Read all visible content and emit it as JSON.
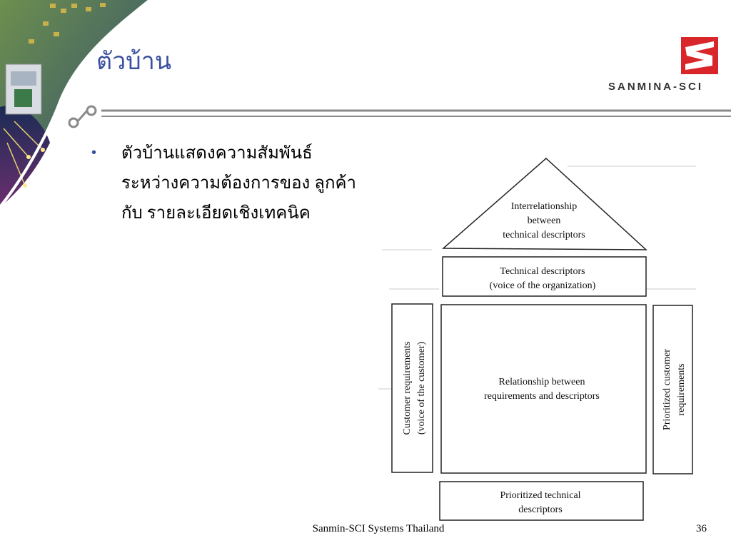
{
  "slide": {
    "title": "ตัวบ้าน",
    "bullet": "ตัวบ้านแสดงความสัมพันธ์ ระหว่างความต้องการของ ลูกค้า กับ รายละเอียดเชิงเทคนิค"
  },
  "logo": {
    "text": "SANMINA-SCI",
    "color": "#d8262b"
  },
  "diagram": {
    "roof_line1": "Interrelationship",
    "roof_line2": "between",
    "roof_line3": "technical descriptors",
    "tech_line1": "Technical descriptors",
    "tech_line2": "(voice of the organization)",
    "left_line1": "Customer requirements",
    "left_line2": "(voice of the customer)",
    "center_line1": "Relationship between",
    "center_line2": "requirements and descriptors",
    "right_line1": "Prioritized customer",
    "right_line2": "requirements",
    "bottom_line1": "Prioritized technical",
    "bottom_line2": "descriptors"
  },
  "footer": {
    "text": "Sanmin-SCI Systems Thailand",
    "page_number": "36"
  },
  "colors": {
    "title": "#3a4fa0",
    "rule": "#8a8a8a"
  }
}
